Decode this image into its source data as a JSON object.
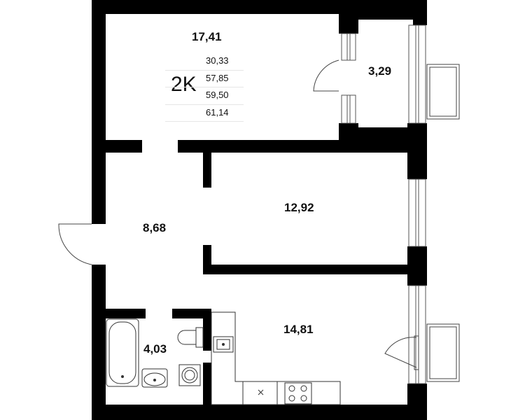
{
  "apartment": {
    "type_label": "2K",
    "areas": [
      "30,33",
      "57,85",
      "59,50",
      "61,14"
    ]
  },
  "rooms": {
    "room_top": "17,41",
    "balcony_top": "3,29",
    "room_middle": "12,92",
    "hallway": "8,68",
    "kitchen": "14,81",
    "bathroom": "4,03"
  },
  "colors": {
    "wall": "#000000",
    "fixture_stroke": "#333333",
    "table_line": "#e6e6e6"
  }
}
